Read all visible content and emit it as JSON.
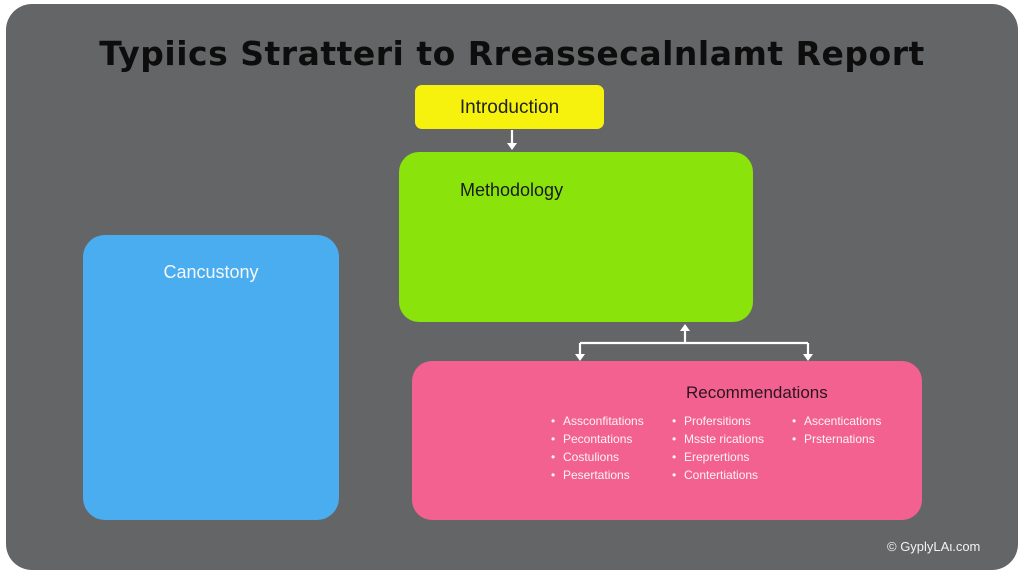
{
  "diagram": {
    "title": "Typiics Stratteri to Rreassecalnlamt Report",
    "nodes": {
      "introduction": {
        "label": "Introduction",
        "color": "#f6f20e"
      },
      "methodology": {
        "label": "Methodology",
        "color": "#8ae40b"
      },
      "conclusion": {
        "label": "Cancustony",
        "color": "#4aadf0"
      },
      "recommendations": {
        "label": "Recommendations",
        "color": "#f36190",
        "columns": [
          [
            "Assconfitations",
            "Pecontations",
            "Costulions",
            "Pesertations"
          ],
          [
            "Profersitions",
            "Msste rications",
            "Ereprertions",
            "Contertiations"
          ],
          [
            "Ascentications",
            "Prsternations"
          ]
        ]
      }
    },
    "edges": [
      {
        "from": "introduction",
        "to": "methodology"
      },
      {
        "from": "recommendations",
        "to": "methodology"
      }
    ],
    "background_color": "#646566",
    "watermark": "© GyplyLAι.com"
  }
}
